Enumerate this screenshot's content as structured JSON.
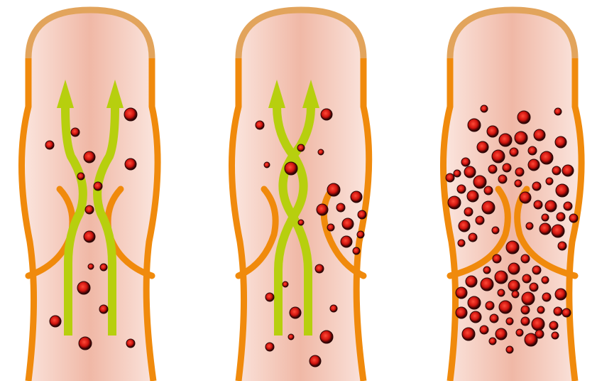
{
  "diagram": {
    "panels": [
      {
        "id": "healthy-valve",
        "flow_arrows": 2,
        "arrow_style": "parallel",
        "cell_density": "sparse",
        "valve_state": "open"
      },
      {
        "id": "crossing-flow-valve",
        "flow_arrows": 2,
        "arrow_style": "crossing",
        "cell_density": "moderate",
        "valve_state": "leaking"
      },
      {
        "id": "clotted-valve",
        "flow_arrows": 0,
        "arrow_style": "none",
        "cell_density": "dense",
        "valve_state": "blocked"
      }
    ],
    "colors": {
      "vessel_wall": "#f08a0c",
      "vessel_cap": "#e2a45c",
      "vessel_inner": "#f2c0b0",
      "flow_arrow": "#b7cf0e",
      "cell_core": "#e8201a",
      "cell_rim": "#2a0606"
    }
  }
}
